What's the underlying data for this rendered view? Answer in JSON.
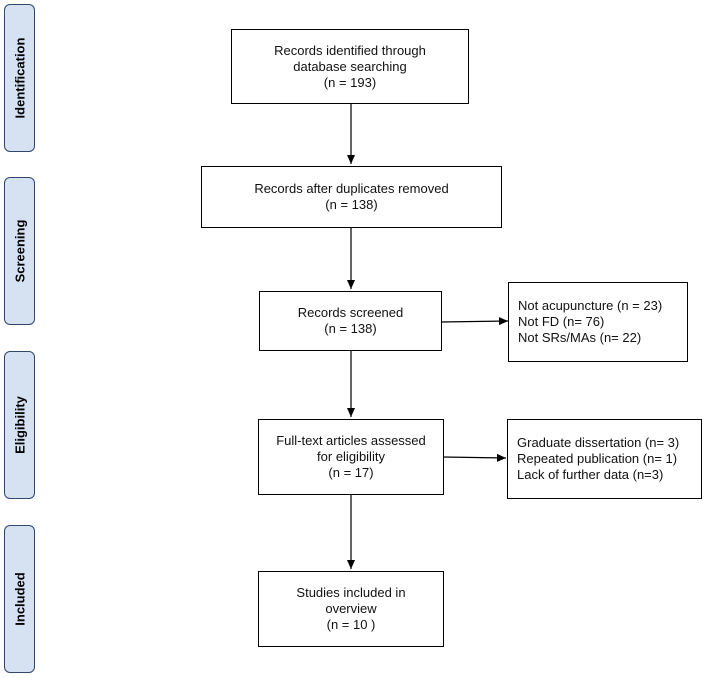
{
  "phases": [
    "Identification",
    "Screening",
    "Eligibility",
    "Included"
  ],
  "boxes": {
    "identified": [
      "Records identified through",
      "database searching",
      "(n = 193)"
    ],
    "dedup": [
      "Records after duplicates removed",
      "(n = 138)"
    ],
    "screened": [
      "Records screened",
      "(n = 138)"
    ],
    "fulltext": [
      "Full-text articles assessed",
      "for eligibility",
      "(n = 17)"
    ],
    "included": [
      "Studies included in",
      "overview",
      "(n = 10 )"
    ]
  },
  "excluded": {
    "screening": [
      "Not acupuncture (n = 23)",
      "Not FD (n= 76)",
      "Not SRs/MAs (n= 22)"
    ],
    "eligibility": [
      "Graduate dissertation (n= 3)",
      "Repeated publication (n= 1)",
      "Lack of further data (n=3)"
    ]
  }
}
